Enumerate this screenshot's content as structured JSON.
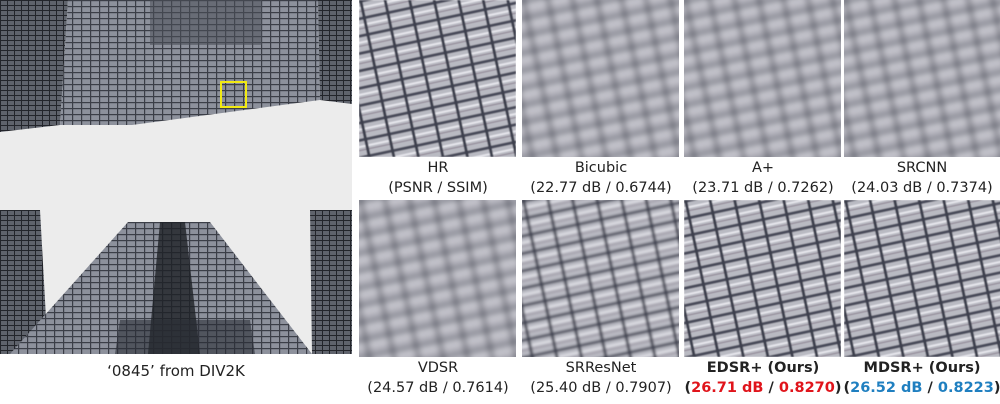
{
  "main": {
    "caption": "‘0845’ from DIV2K",
    "highlight_color": "#f2ea12"
  },
  "patches": [
    {
      "method": "HR",
      "metric": "(PSNR / SSIM)",
      "style": "sharp",
      "bold": false
    },
    {
      "method": "Bicubic",
      "metric": "(22.77 dB / 0.6744)",
      "style": "blur",
      "bold": false
    },
    {
      "method": "A+",
      "metric": "(23.71 dB / 0.7262)",
      "style": "blur",
      "bold": false
    },
    {
      "method": "SRCNN",
      "metric": "(24.03 dB / 0.7374)",
      "style": "blur",
      "bold": false
    },
    {
      "method": "VDSR",
      "metric": "(24.57 dB / 0.7614)",
      "style": "blur",
      "bold": false
    },
    {
      "method": "SRResNet",
      "metric": "(25.40 dB / 0.7907)",
      "style": "medium",
      "bold": false
    },
    {
      "method": "EDSR+ (Ours)",
      "metric_open": "(",
      "psnr": "26.71 dB",
      "sep": " / ",
      "ssim": "0.8270",
      "metric_close": ")",
      "style": "sharp",
      "bold": true,
      "accent": "#e0141b"
    },
    {
      "method": "MDSR+ (Ours)",
      "metric_open": "(",
      "psnr": "26.52 dB",
      "sep": " / ",
      "ssim": "0.8223",
      "metric_close": ")",
      "style": "sharp",
      "bold": true,
      "accent": "#1f7fc0"
    }
  ]
}
